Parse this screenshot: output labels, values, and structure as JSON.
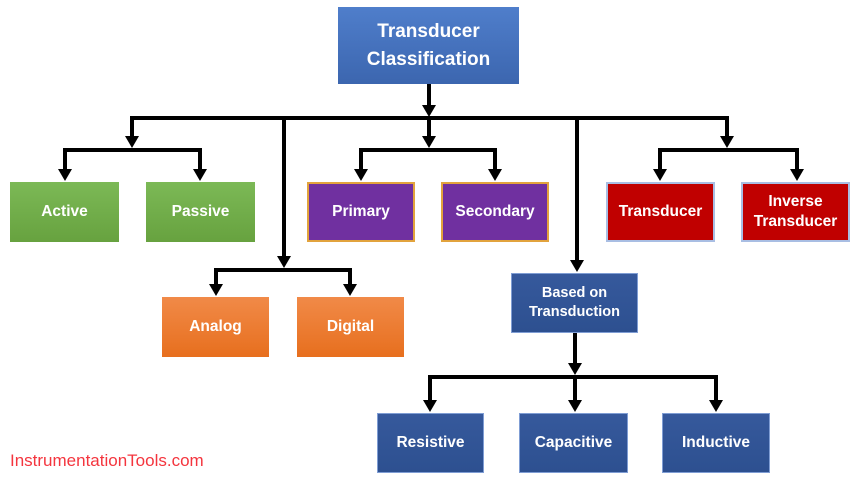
{
  "diagram": {
    "watermark": "InstrumentationTools.com"
  },
  "nodes": [
    {
      "id": "root",
      "label": "Transducer Classification"
    },
    {
      "id": "active",
      "label": "Active"
    },
    {
      "id": "passive",
      "label": "Passive"
    },
    {
      "id": "primary",
      "label": "Primary"
    },
    {
      "id": "secondary",
      "label": "Secondary"
    },
    {
      "id": "transducer",
      "label": "Transducer"
    },
    {
      "id": "inverse-transducer",
      "label": "Inverse Transducer"
    },
    {
      "id": "analog",
      "label": "Analog"
    },
    {
      "id": "digital",
      "label": "Digital"
    },
    {
      "id": "based-on-transduction",
      "label": "Based on Transduction"
    },
    {
      "id": "resistive",
      "label": "Resistive"
    },
    {
      "id": "capacitive",
      "label": "Capacitive"
    },
    {
      "id": "inductive",
      "label": "Inductive"
    }
  ],
  "palette": {
    "blue_top": "#4F7ECB",
    "blue_bottom": "#3C66AF",
    "green_top": "#7CB956",
    "green_bottom": "#67A23F",
    "orange_top": "#F18A48",
    "orange_bottom": "#E76F1E",
    "purple": "#7030A0",
    "purple_border": "#E2A33D",
    "red": "#C00000",
    "red_border": "#A9BEE3",
    "navy_top": "#36599C",
    "navy_bottom": "#2D5090",
    "navy_border": "#7F9DD4",
    "ink": "#000000",
    "watermark_red": "#F4353E"
  }
}
